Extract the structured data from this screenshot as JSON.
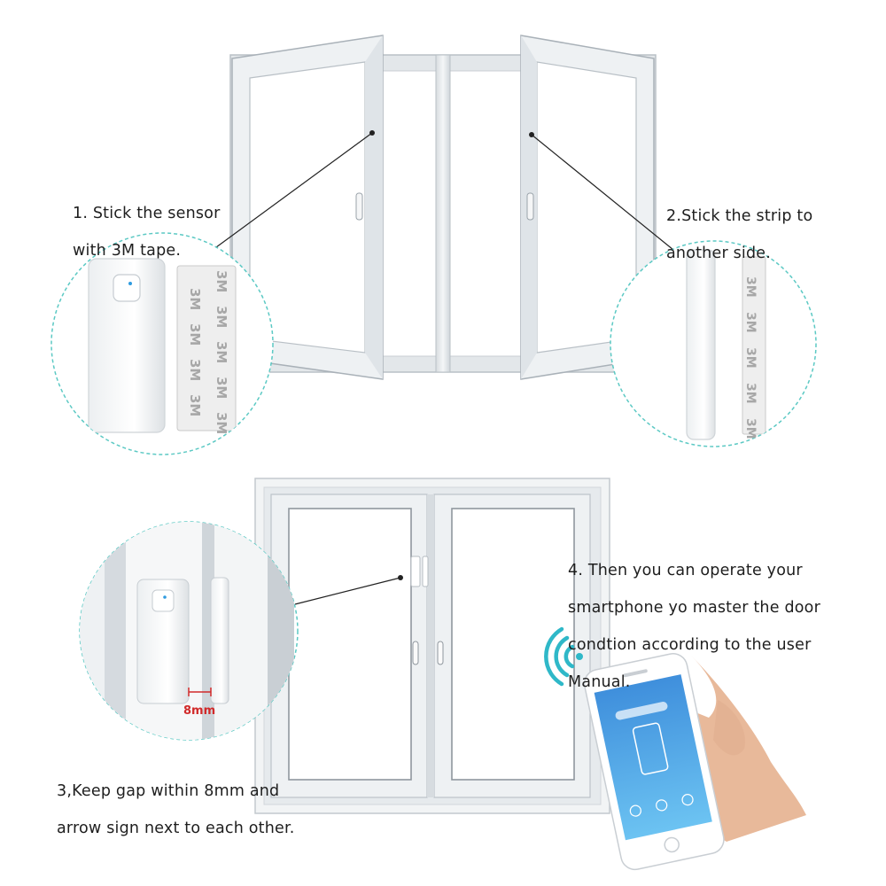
{
  "steps": {
    "step1": {
      "line1": "1. Stick the sensor",
      "line2": "with 3M tape."
    },
    "step2": {
      "line1": "2.Stick the strip to",
      "line2": "another side."
    },
    "step3": {
      "line1": "3,Keep gap within 8mm and",
      "line2": "arrow sign next to each other."
    },
    "step4": {
      "line1": "4. Then you can operate your",
      "line2": "smartphone yo master the door",
      "line3": "condtion according to the user",
      "line4": "Manual."
    }
  },
  "tape_brand": "3M",
  "gap_label": "8mm",
  "colors": {
    "text": "#1e1e1e",
    "dashed_circle": "#5cc9c4",
    "frame": "#e9ecef",
    "frame_shadow": "#b9c0c6",
    "gap_marker": "#d12a2a",
    "wifi": "#2fb8c8",
    "phone_screen": "#4aa3e8"
  },
  "icons": [
    "wifi-icon",
    "smartphone-icon",
    "hand-icon",
    "door-sensor-icon",
    "magnet-strip-icon",
    "window-icon"
  ]
}
